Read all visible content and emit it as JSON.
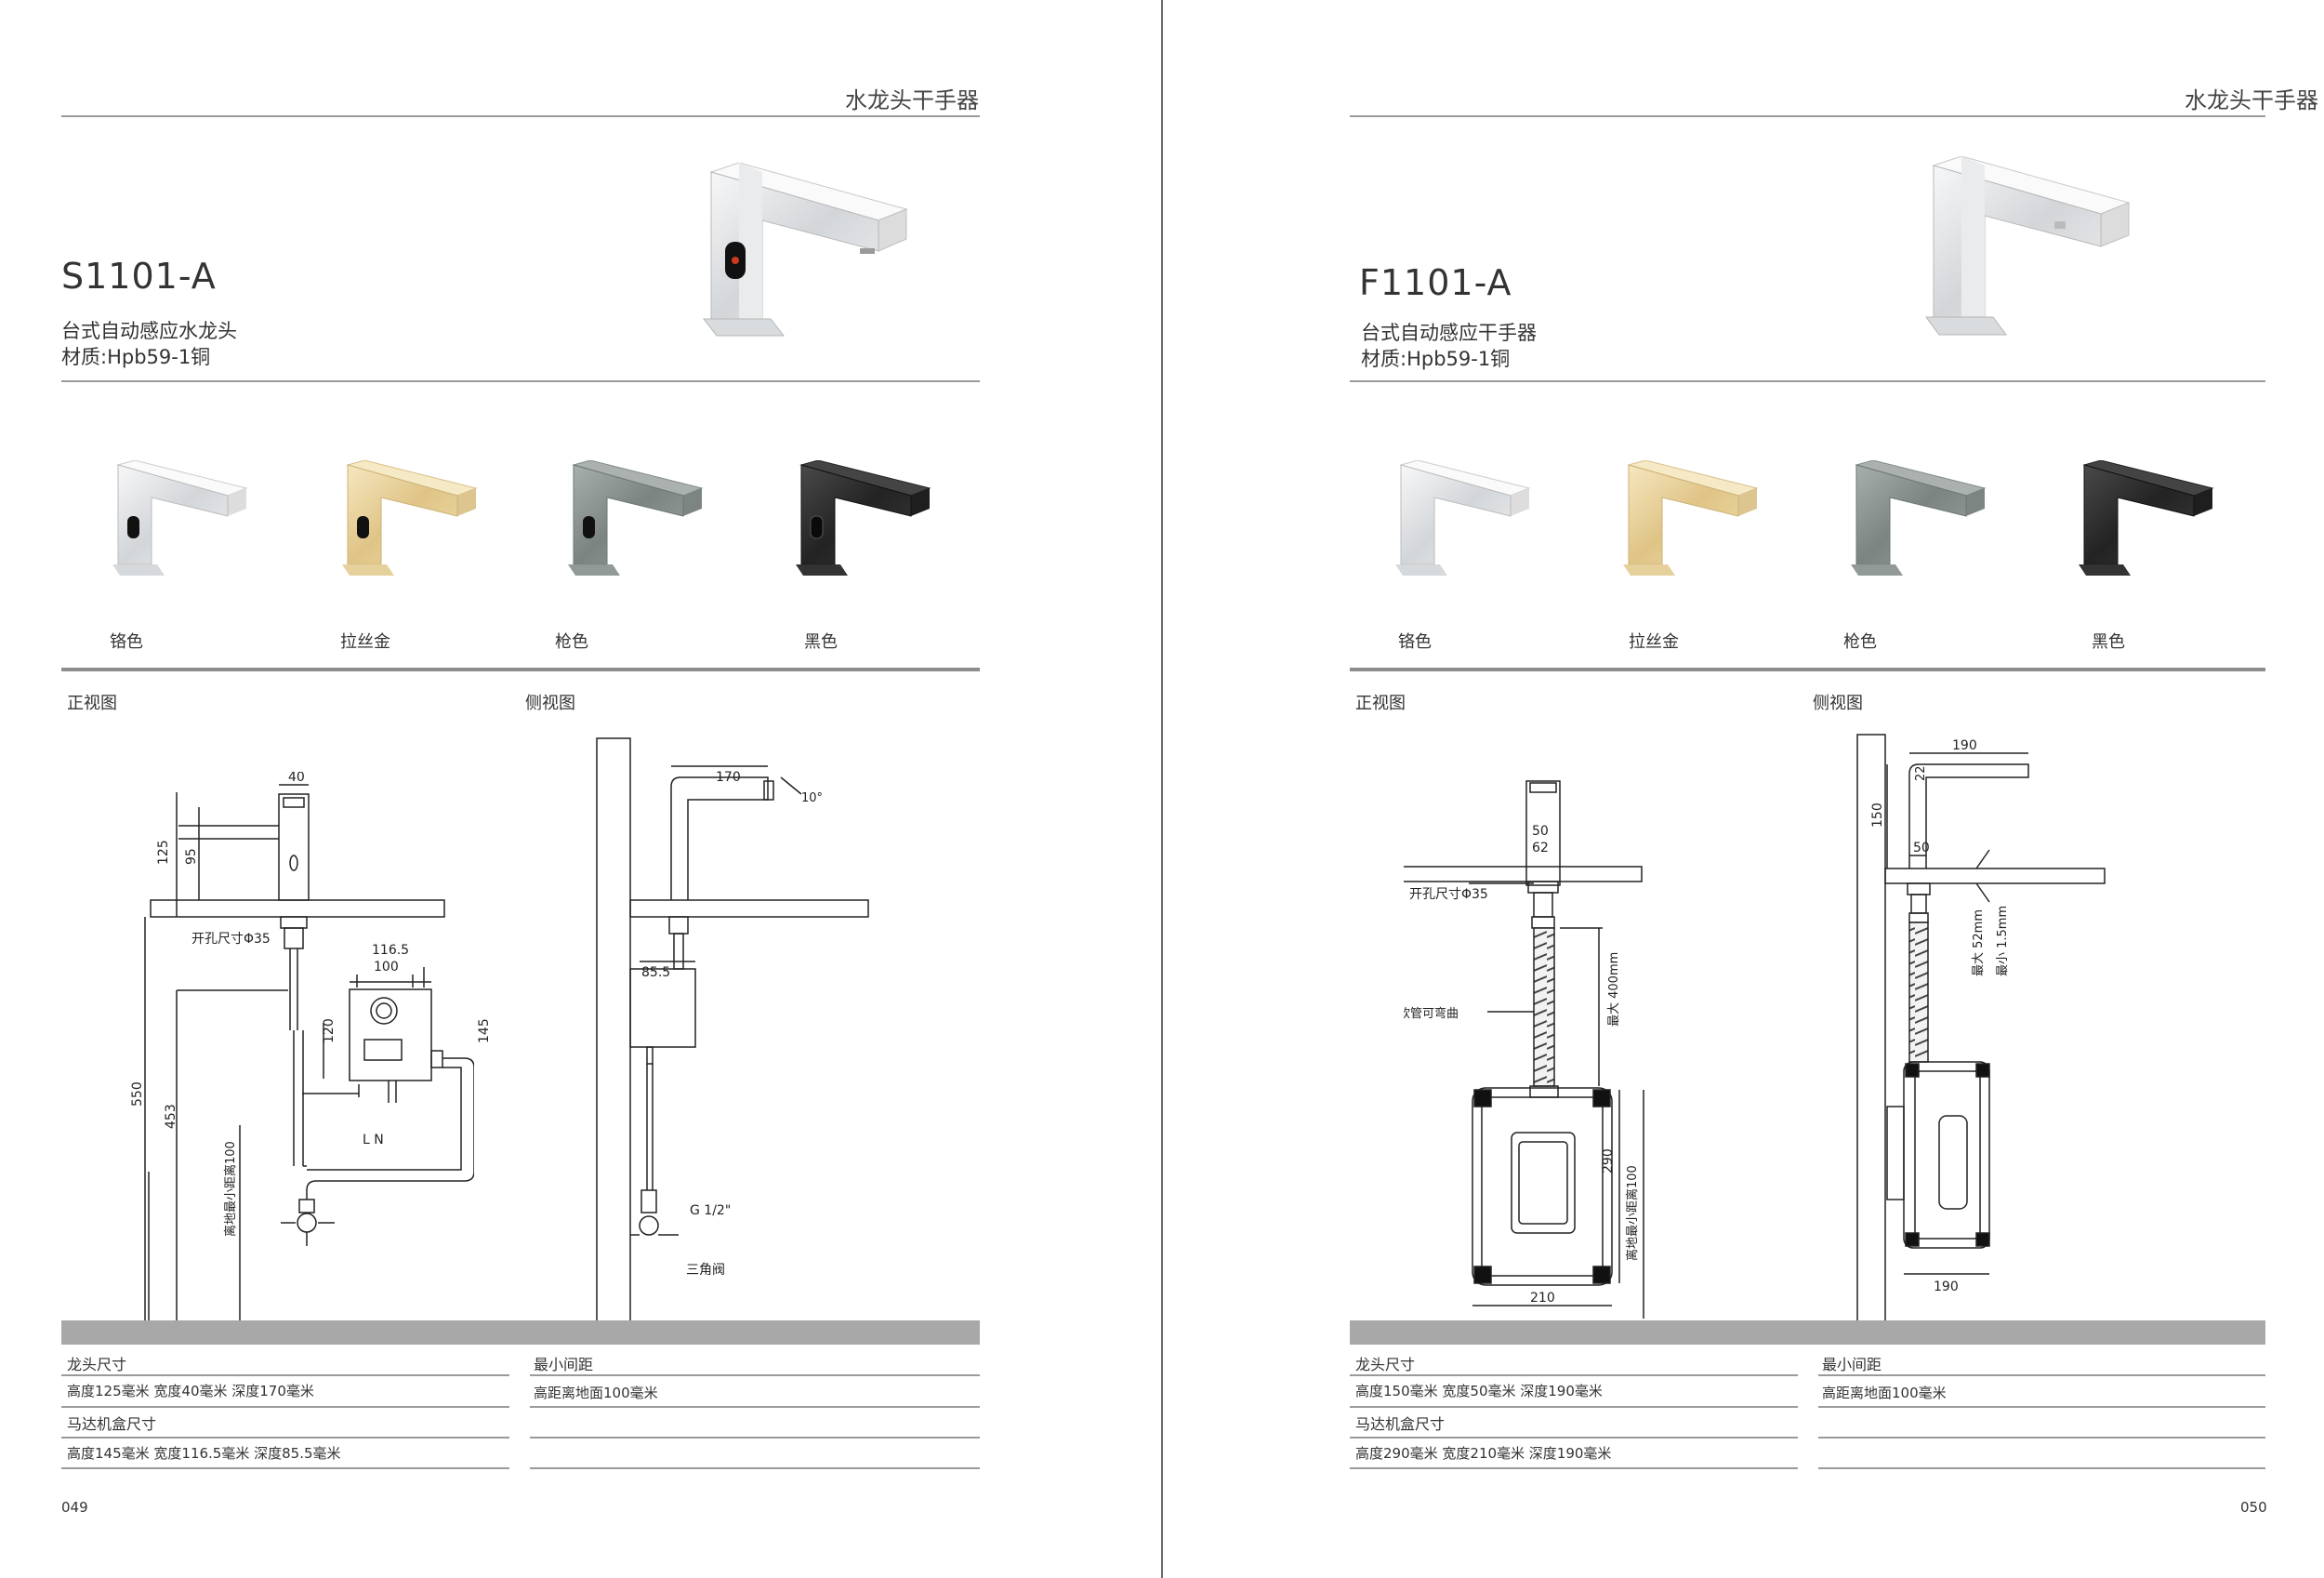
{
  "left": {
    "header": "水龙头干手器",
    "model": "S1101-A",
    "subtitle": "台式自动感应水龙头",
    "material": "材质:Hpb59-1铜",
    "colors": [
      "铬色",
      "拉丝金",
      "枪色",
      "黑色"
    ],
    "front_view": "正视图",
    "side_view": "侧视图",
    "front_labels": {
      "w40": "40",
      "h125": "125",
      "h95": "95",
      "hole": "开孔尺寸Φ35",
      "w116": "116.5",
      "w100": "100",
      "h120": "120",
      "h145": "145",
      "h550": "550",
      "h453": "453",
      "min100": "离地最小距离100",
      "ln": "L N"
    },
    "side_labels": {
      "d170": "170",
      "ang": "10°",
      "d85": "85.5",
      "g12": "G 1/2\"",
      "valve": "三角阀"
    },
    "specs": {
      "faucet_size_label": "龙头尺寸",
      "faucet_size": "高度125毫米  宽度40毫米  深度170毫米",
      "min_gap_label": "最小间距",
      "min_gap": "高距离地面100毫米",
      "box_size_label": "马达机盒尺寸",
      "box_size": "高度145毫米  宽度116.5毫米  深度85.5毫米"
    },
    "page_number": "049"
  },
  "right": {
    "header": "水龙头干手器",
    "model": "F1101-A",
    "subtitle": "台式自动感应干手器",
    "material": "材质:Hpb59-1铜",
    "colors": [
      "铬色",
      "拉丝金",
      "枪色",
      "黑色"
    ],
    "front_view": "正视图",
    "side_view": "侧视图",
    "front_labels": {
      "w50": "50",
      "w62": "62",
      "hole": "开孔尺寸Φ35",
      "hose": "软管可弯曲",
      "max400": "最大 400mm",
      "h290": "290",
      "min100": "离地最小距离100",
      "w210": "210"
    },
    "side_labels": {
      "d190": "190",
      "d22": "22",
      "h150": "150",
      "d50": "50",
      "max52": "最大 52mm",
      "min15": "最小 1.5mm",
      "d190b": "190"
    },
    "specs": {
      "faucet_size_label": "龙头尺寸",
      "faucet_size": "高度150毫米  宽度50毫米  深度190毫米",
      "min_gap_label": "最小间距",
      "min_gap": "高距离地面100毫米",
      "box_size_label": "马达机盒尺寸",
      "box_size": "高度290毫米  宽度210毫米  深度190毫米"
    },
    "page_number": "050"
  },
  "finish_colors": {
    "chrome": "#e4e6e8",
    "gold": "#e7cf98",
    "gun": "#8a9290",
    "black": "#2b2b2b"
  }
}
